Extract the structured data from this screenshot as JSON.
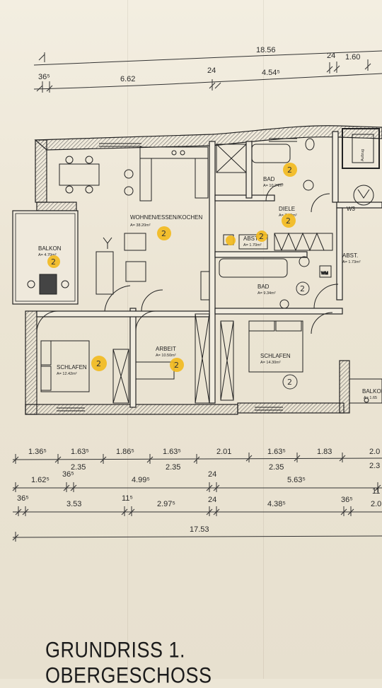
{
  "title": "GRUNDRISS 1. OBERGESCHOSS",
  "top_dimensions": {
    "total": "18.56",
    "segments": [
      "24",
      "1.60",
      "36⁵",
      "6.62",
      "24",
      "4.54⁵"
    ]
  },
  "rooms": [
    {
      "name": "WOHNEN/ESSEN/KOCHEN",
      "area": "A= 38.20m²",
      "mark": "2"
    },
    {
      "name": "BALKON",
      "area": "A= 4.70m²",
      "mark": "2"
    },
    {
      "name": "BAD",
      "area": "A= 10.24m²",
      "mark": "2"
    },
    {
      "name": "DIELE",
      "area": "A= 7.29m²",
      "mark": "2"
    },
    {
      "name": "ABST.",
      "area": "A= 1.70m²",
      "mark": "2"
    },
    {
      "name": "ABST.",
      "area": "A= 1.73m²",
      "mark": ""
    },
    {
      "name": "BAD",
      "area": "A= 9.34m²",
      "mark": "2"
    },
    {
      "name": "SCHLAFEN",
      "area": "A= 12.42m²",
      "mark": "2"
    },
    {
      "name": "ARBEIT",
      "area": "A= 10.50m²",
      "mark": "2"
    },
    {
      "name": "SCHLAFEN",
      "area": "A= 14.30m²",
      "mark": "2"
    },
    {
      "name": "BALKON",
      "area": "A= 1.65",
      "mark": ""
    }
  ],
  "symbols": {
    "elevator": "Aufzug",
    "w3": "W3",
    "wm": "WM"
  },
  "bottom_dimensions": {
    "row1": [
      "1.36⁵",
      "1.63⁵",
      "1.86⁵",
      "1.63⁵",
      "2.01",
      "1.63⁵",
      "1.83",
      "2.0"
    ],
    "row2": [
      "2.35",
      "2.35",
      "2.35",
      "2.3"
    ],
    "row3": [
      "1.62⁵",
      "36⁵",
      "4.99⁵",
      "24",
      "5.63⁵",
      "11"
    ],
    "row4": [
      "36⁵",
      "3.53",
      "11⁵",
      "2.97⁵",
      "24",
      "4.38⁵",
      "36⁵",
      "2.0"
    ],
    "total": "17.53"
  }
}
